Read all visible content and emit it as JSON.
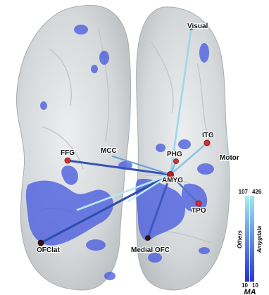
{
  "colors": {
    "background": "#ffffff",
    "hemisphere": "#d7d9dc",
    "activation": "#4a5de0",
    "node": "#d8312e",
    "node_dark": "#3a1212",
    "edge_dark": "#2c4aa8",
    "edge_light": "#a9e6f2"
  },
  "regions": {
    "visual": "Visual",
    "itg": "ITG",
    "motor": "Motor",
    "ffg": "FFG",
    "mcc": "MCC",
    "phg": "PHG",
    "amyg": "AMYG",
    "tpo": "TPO",
    "ofclat": "OFClat",
    "medial_ofc": "Medial OFC"
  },
  "colorbar": {
    "others_label": "Others",
    "amygdala_label": "Amygdala",
    "others_max": "107",
    "others_min": "10",
    "amygdala_max": "426",
    "amygdala_min": "10",
    "quantity": "MA"
  }
}
